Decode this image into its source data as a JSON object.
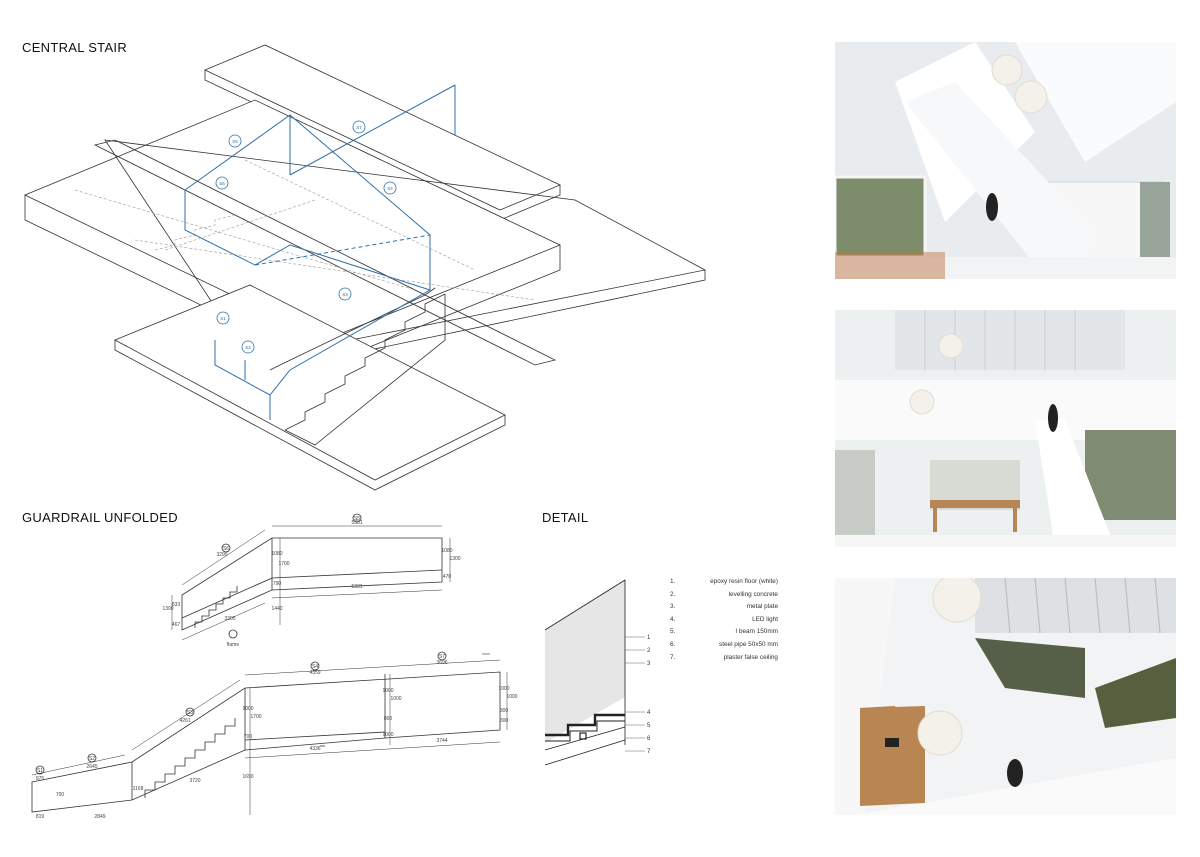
{
  "headings": {
    "central_stair": "CENTRAL STAIR",
    "guardrail_unfolded": "GUARDRAIL UNFOLDED",
    "detail": "DETAIL"
  },
  "legend": [
    {
      "num": "1.",
      "text": "epoxy resin floor (white)"
    },
    {
      "num": "2.",
      "text": "levelling concrete"
    },
    {
      "num": "3.",
      "text": "metal plate"
    },
    {
      "num": "4.",
      "text": "LED light"
    },
    {
      "num": "5.",
      "text": "I beam 150mm"
    },
    {
      "num": "6.",
      "text": "steel pipe 50x50 mm"
    },
    {
      "num": "7.",
      "text": "plaster false ceiling"
    }
  ],
  "detail_callouts": [
    "1",
    "2",
    "3",
    "4",
    "5",
    "6",
    "7"
  ],
  "axo_markers": [
    "S1",
    "S2",
    "S3",
    "S4",
    "S5",
    "S6",
    "S7"
  ],
  "guardrail_top": {
    "dims": [
      "5331",
      "3295",
      "5331",
      "3305",
      "1300",
      "833",
      "467",
      "1080",
      "1700",
      "790",
      "1440",
      "1080",
      "1300",
      "470"
    ],
    "markers": [
      "S5",
      "S6"
    ],
    "note": "flame"
  },
  "guardrail_bottom": {
    "dims": [
      "4359",
      "3696",
      "4261",
      "2645",
      "975",
      "3720",
      "4336",
      "3744",
      "819",
      "2849",
      "700",
      "1168",
      "1000",
      "1700",
      "700",
      "1690",
      "1000",
      "1000",
      "800",
      "1000",
      "1000",
      "1000",
      "300",
      "300"
    ],
    "markers": [
      "S1",
      "S2",
      "S3",
      "S4",
      "S7"
    ]
  },
  "colors": {
    "accent_blue": "#2f6fa8",
    "line": "#333333"
  },
  "photos": [
    "interior-stair-photo-1",
    "interior-stair-photo-2",
    "interior-stair-photo-3"
  ]
}
